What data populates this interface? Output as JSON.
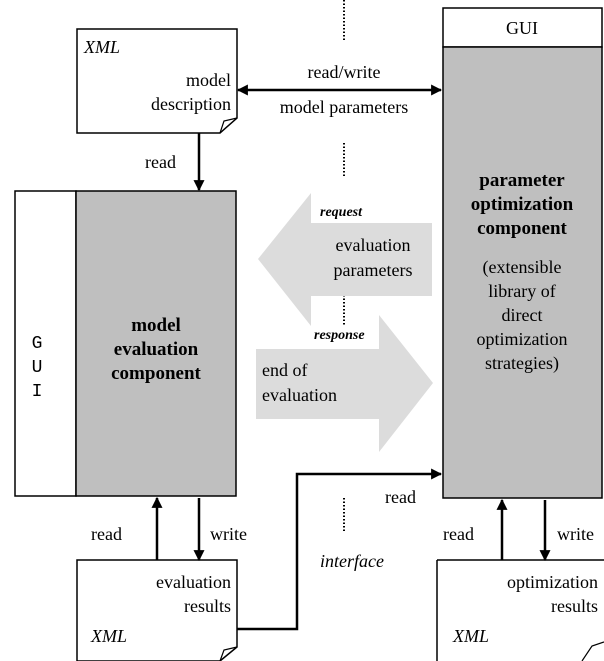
{
  "colors": {
    "component_fill": "#bfbfbf",
    "arrow_fill": "#dcdcdc",
    "line": "#000000",
    "page": "#ffffff"
  },
  "icons": [
    "folded-corner-icon",
    "arrowhead-icon"
  ],
  "docs": {
    "model_description": {
      "tag": "XML",
      "line1": "model",
      "line2": "description"
    },
    "evaluation_results": {
      "line1": "evaluation",
      "line2": "results",
      "tag": "XML"
    },
    "optimization_results": {
      "line1": "optimization",
      "line2": "results",
      "tag": "XML"
    }
  },
  "left_component": {
    "gui_letters": [
      "G",
      "U",
      "I"
    ],
    "title_lines": [
      "model",
      "evaluation",
      "component"
    ]
  },
  "right_component": {
    "gui_label": "GUI",
    "title_lines": [
      "parameter",
      "optimization",
      "component"
    ],
    "desc_lines": [
      "(extensible",
      "library of",
      "direct",
      "optimization",
      "strategies)"
    ]
  },
  "labels": {
    "read_write": "read/write",
    "model_parameters": "model parameters",
    "read_top": "read",
    "request": "request",
    "evaluation_parameters": [
      "evaluation",
      "parameters"
    ],
    "response": "response",
    "end_of_evaluation": [
      "end of",
      "evaluation"
    ],
    "read_eval": "read",
    "write_eval": "write",
    "read_opt_in": "read",
    "read_opt": "read",
    "write_opt": "write",
    "interface": "interface"
  }
}
